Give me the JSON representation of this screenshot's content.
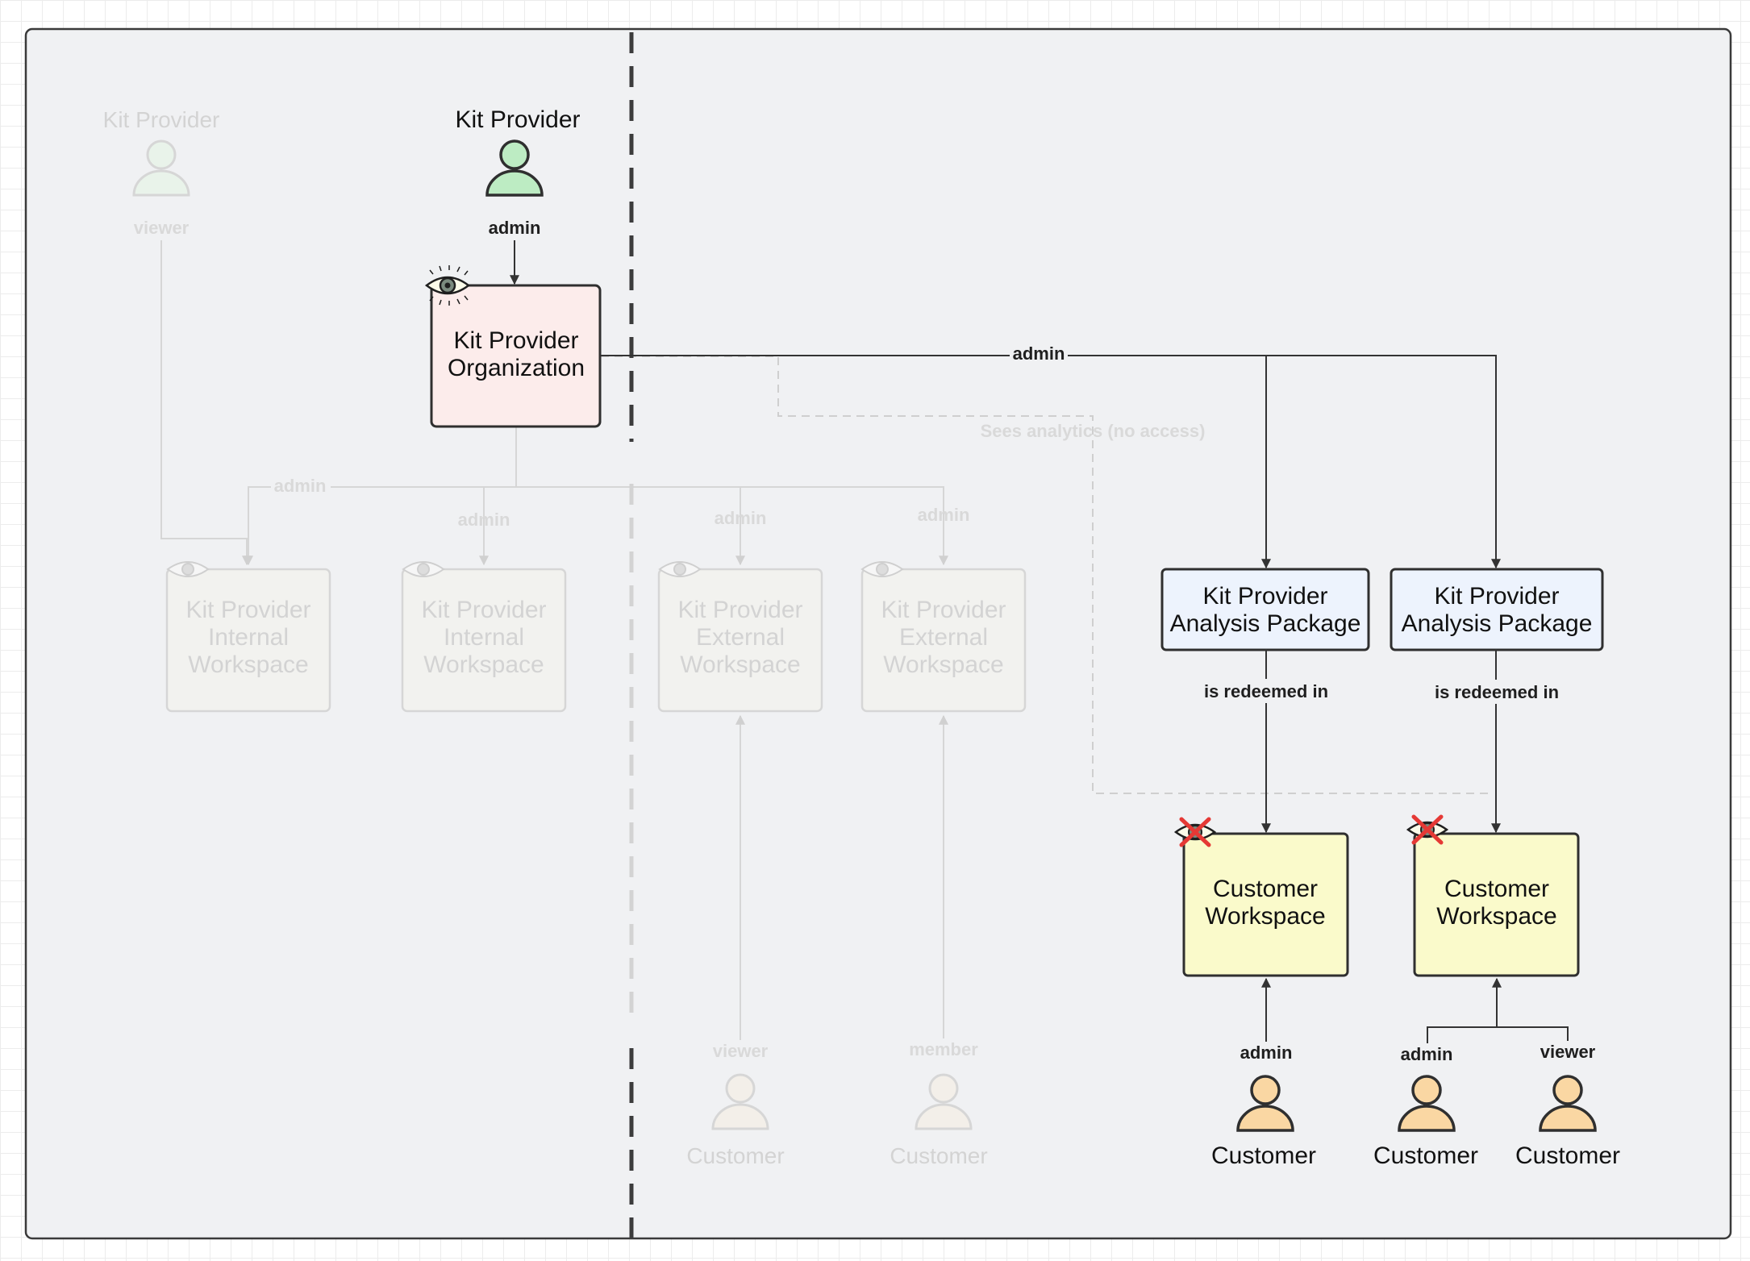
{
  "nodes": {
    "kp_org": {
      "line1": "Kit Provider",
      "line2": "Organization"
    },
    "kp_internal_ws_1": {
      "line1": "Kit Provider",
      "line2": "Internal",
      "line3": "Workspace"
    },
    "kp_internal_ws_2": {
      "line1": "Kit Provider",
      "line2": "Internal",
      "line3": "Workspace"
    },
    "kp_external_ws_1": {
      "line1": "Kit Provider",
      "line2": "External",
      "line3": "Workspace"
    },
    "kp_external_ws_2": {
      "line1": "Kit Provider",
      "line2": "External",
      "line3": "Workspace"
    },
    "pkg_1": {
      "line1": "Kit Provider",
      "line2": "Analysis Package"
    },
    "pkg_2": {
      "line1": "Kit Provider",
      "line2": "Analysis Package"
    },
    "cust_ws_1": {
      "line1": "Customer",
      "line2": "Workspace"
    },
    "cust_ws_2": {
      "line1": "Customer",
      "line2": "Workspace"
    }
  },
  "actors": {
    "kp_viewer": {
      "name": "Kit Provider",
      "role": "viewer"
    },
    "kp_admin": {
      "name": "Kit Provider",
      "role": "admin"
    },
    "faded_customer_1": {
      "name": "Customer",
      "role": "viewer"
    },
    "faded_customer_2": {
      "name": "Customer",
      "role": "member"
    },
    "customer_1": {
      "name": "Customer",
      "role": "admin"
    },
    "customer_2": {
      "name": "Customer",
      "role": "admin"
    },
    "customer_3": {
      "name": "Customer",
      "role": "viewer"
    }
  },
  "edges": {
    "org_to_packages": "admin",
    "org_to_internal_1": "admin",
    "org_to_internal_2": "admin",
    "org_to_external_1": "admin",
    "org_to_external_2": "admin",
    "analytics_dashed": "Sees analytics (no access)",
    "pkg_1_redeemed": "is redeemed in",
    "pkg_2_redeemed": "is redeemed in"
  },
  "colors": {
    "org_fill": "#fceceb",
    "package_fill": "#edf3fd",
    "customer_ws_fill": "#fafacb",
    "kit_provider_person": "#bdecc3",
    "customer_person": "#fad7a3",
    "frame_fill": "#f0f1f3",
    "faded_gray": "#d6d6d6",
    "red_cross": "#e53935"
  },
  "icons": {
    "visible": "eye-icon",
    "not_visible": "eye-crossed-icon",
    "person": "person-icon"
  }
}
